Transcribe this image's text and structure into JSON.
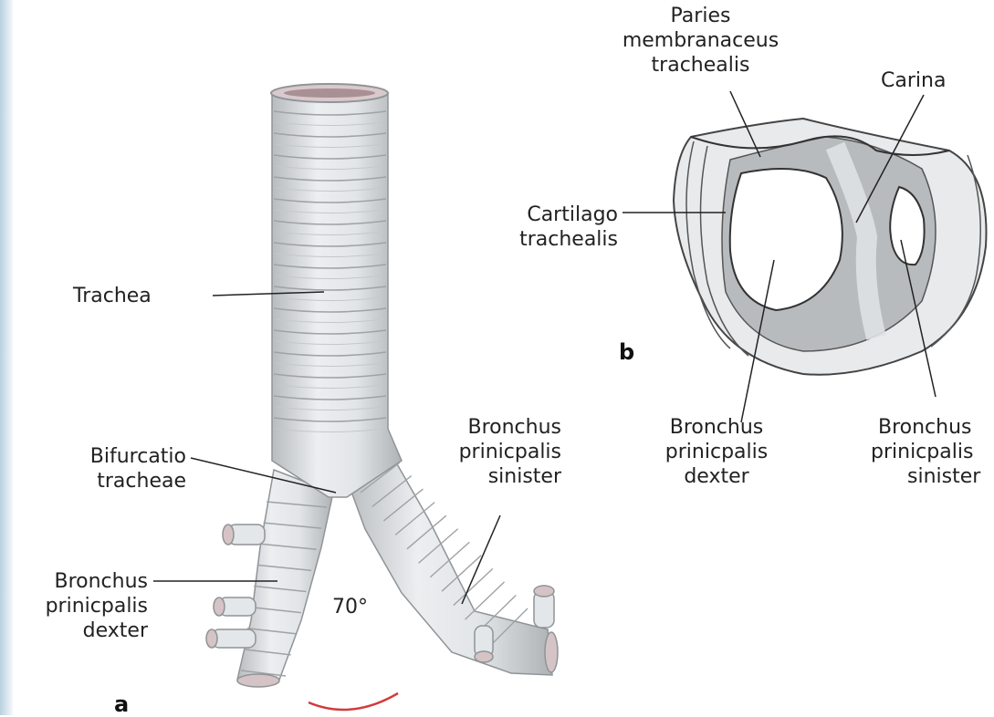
{
  "panels": {
    "a": "a",
    "b": "b"
  },
  "angle_label": "70°",
  "colors": {
    "accent": "#d23a3a",
    "sidebar": "#dce9f1",
    "tissue": "#e3e6e8",
    "tissue_dark": "#b6babd",
    "membrane": "#c8cbce"
  },
  "labels_a": {
    "trachea": "Trachea",
    "bifurcatio": [
      "Bifurcatio",
      "tracheae"
    ],
    "bronchus_dexter": [
      "Bronchus",
      "prinicpalis",
      "dexter"
    ],
    "bronchus_sinister": [
      "Bronchus",
      "prinicpalis",
      "sinister"
    ]
  },
  "labels_b": {
    "paries": [
      "Paries",
      "membranaceus",
      "trachealis"
    ],
    "carina": "Carina",
    "cartilago": [
      "Cartilago",
      "trachealis"
    ],
    "bronchus_dexter": [
      "Bronchus",
      "prinicpalis",
      "dexter"
    ],
    "bronchus_sinister": [
      "Bronchus",
      "prinicpalis",
      "sinister"
    ]
  }
}
